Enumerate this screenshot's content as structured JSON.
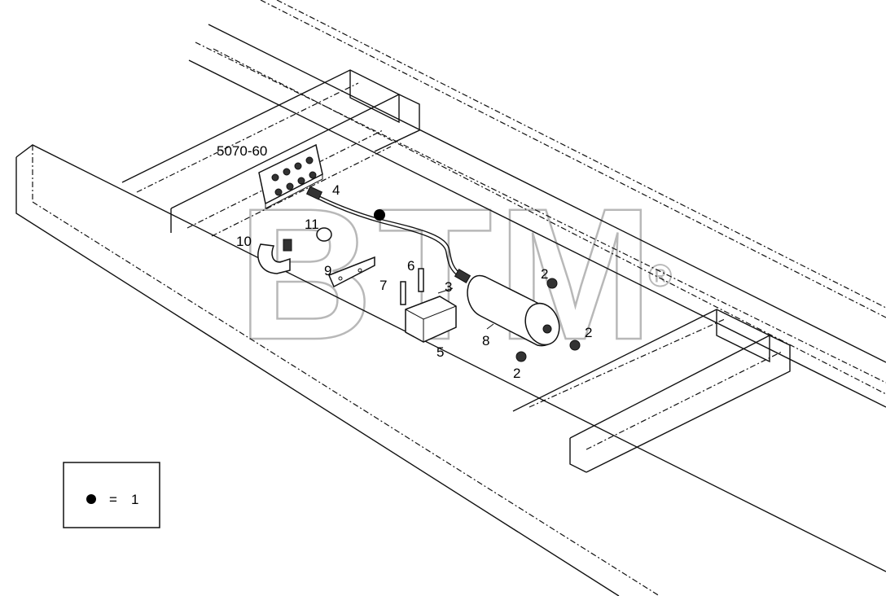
{
  "reference": "5070-60",
  "callouts": [
    {
      "id": "4",
      "text": "4"
    },
    {
      "id": "11",
      "text": "11"
    },
    {
      "id": "10",
      "text": "10"
    },
    {
      "id": "9",
      "text": "9"
    },
    {
      "id": "6",
      "text": "6"
    },
    {
      "id": "7",
      "text": "7"
    },
    {
      "id": "3",
      "text": "3"
    },
    {
      "id": "5",
      "text": "5"
    },
    {
      "id": "8",
      "text": "8"
    },
    {
      "id": "2a",
      "text": "2"
    },
    {
      "id": "2b",
      "text": "2"
    },
    {
      "id": "2c",
      "text": "2"
    }
  ],
  "watermark": {
    "text": "BTM",
    "mark": "®"
  },
  "legend": {
    "symbol": "filled-dot",
    "equals": "=",
    "value": "1"
  }
}
